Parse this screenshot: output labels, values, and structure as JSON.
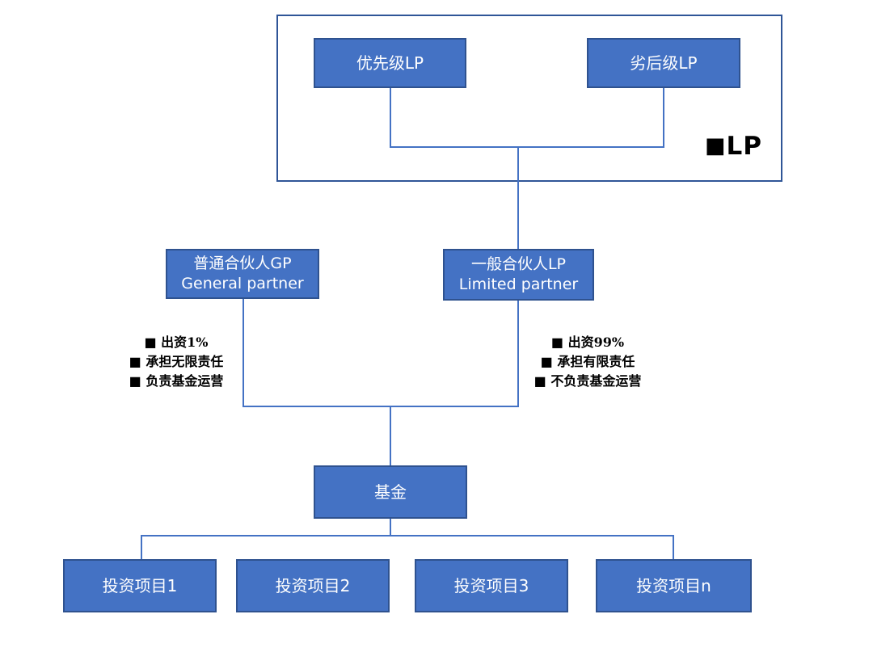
{
  "theme": {
    "background": "#FFFFFF",
    "box_fill": "#4472C4",
    "box_border": "#2F528F",
    "line_color": "#4472C4",
    "container_border": "#2F5597",
    "box_text_color": "#FFFFFF",
    "annotation_color": "#000000"
  },
  "legend": {
    "marker": "■",
    "label": "LP"
  },
  "nodes": {
    "priority_lp": {
      "label": "优先级LP"
    },
    "subordinate_lp": {
      "label": "劣后级LP"
    },
    "gp": {
      "line1": "普通合伙人GP",
      "line2": "General partner"
    },
    "lp": {
      "line1": "一般合伙人LP",
      "line2": "Limited partner"
    },
    "fund": {
      "label": "基金"
    },
    "projects": [
      {
        "label": "投资项目1"
      },
      {
        "label": "投资项目2"
      },
      {
        "label": "投资项目3"
      },
      {
        "label": "投资项目n"
      }
    ]
  },
  "annotations": {
    "gp_bullets": [
      "■ 出资1%",
      "■ 承担无限责任",
      "■ 负责基金运营"
    ],
    "lp_bullets": [
      "■ 出资99%",
      "■ 承担有限责任",
      "■ 不负责基金运营"
    ]
  }
}
